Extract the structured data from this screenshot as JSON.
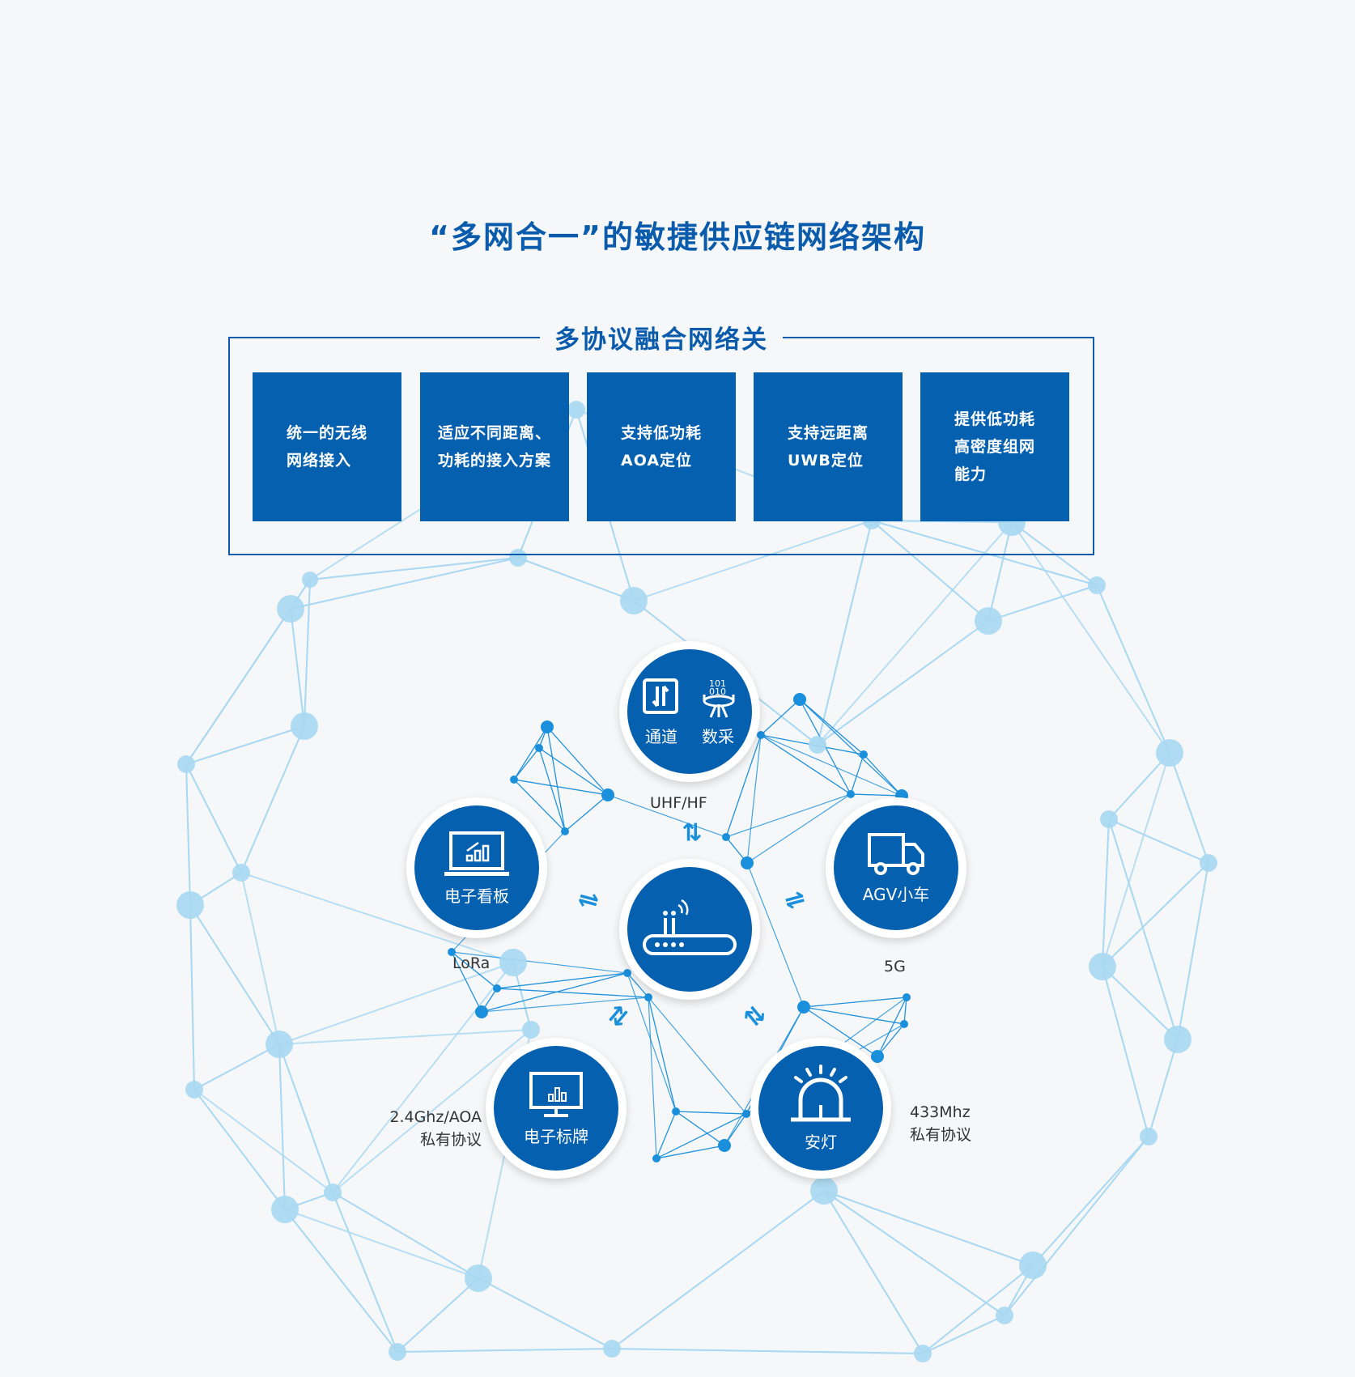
{
  "title": "“多网合一”的敏捷供应链网络架构",
  "gateway": {
    "title": "多协议融合网络关",
    "features": [
      {
        "line1": "统一的无线",
        "line2": "网络接入",
        "line3": ""
      },
      {
        "line1": "适应不同距离、",
        "line2": "功耗的接入方案",
        "line3": ""
      },
      {
        "line1": "支持低功耗",
        "line2": "AOA定位",
        "line3": ""
      },
      {
        "line1": "支持远距离",
        "line2": "UWB定位",
        "line3": ""
      },
      {
        "line1": "提供低功耗",
        "line2": "高密度组网",
        "line3": "能力"
      }
    ]
  },
  "nodes": {
    "top_left": "通道",
    "top_right": "数采",
    "left": "电子看板",
    "right": "AGV小车",
    "bottom_left": "电子标牌",
    "bottom_right": "安灯"
  },
  "protocols": {
    "uhf": "UHF/HF",
    "lora": "LoRa",
    "fiveg": "5G",
    "aoa_1": "2.4Ghz/AOA",
    "aoa_2": "私有协议",
    "mhz_1": "433Mhz",
    "mhz_2": "私有协议"
  },
  "colors": {
    "primary": "#0560b0",
    "network": "#a9d8f2",
    "accent": "#1a8fdc"
  }
}
